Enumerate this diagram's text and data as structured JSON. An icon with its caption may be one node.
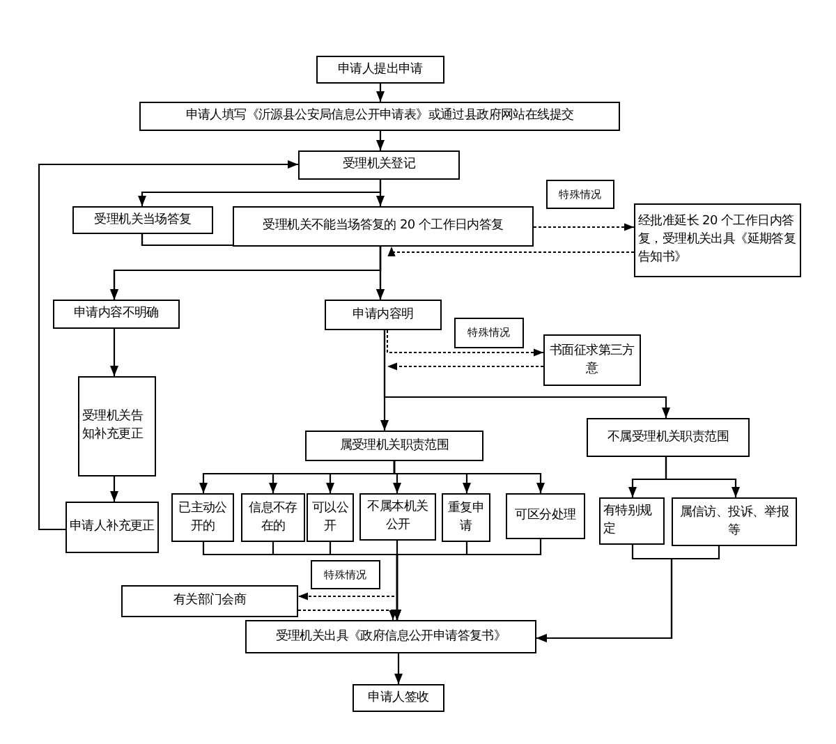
{
  "diagram": {
    "nodes": [
      {
        "text": [
          "申请人提出申请"
        ]
      },
      {
        "text": [
          "申请人填写《沂源县公安局信息公开申请表》或通过县政府网站在线提交"
        ]
      },
      {
        "text": [
          "受理机关登记"
        ]
      },
      {
        "text": [
          "受理机关当场答复"
        ]
      },
      {
        "text": [
          "受理机关不能当场答复的 20 个工作日内答复"
        ]
      },
      {
        "text": [
          "特殊情况"
        ]
      },
      {
        "text": [
          "经批准延长 20 个工作日内答复，受理机关出具《延期答复告知书》"
        ]
      },
      {
        "text": [
          "申请内容不明确"
        ]
      },
      {
        "text": [
          "申请内容明"
        ]
      },
      {
        "text": [
          "特殊情况"
        ]
      },
      {
        "text": [
          "书面征求第三方意"
        ]
      },
      {
        "text": [
          "受理机关告知补充更正"
        ]
      },
      {
        "text": [
          "属受理机关职责范围"
        ]
      },
      {
        "text": [
          "不属受理机关职责范围"
        ]
      },
      {
        "text": [
          "申请人补充更正"
        ]
      },
      {
        "text": [
          "已主动公开的"
        ]
      },
      {
        "text": [
          "信息不存在的"
        ]
      },
      {
        "text": [
          "可以公开"
        ]
      },
      {
        "text": [
          "不属本机关公开"
        ]
      },
      {
        "text": [
          "重复申请"
        ]
      },
      {
        "text": [
          "可区分处理"
        ]
      },
      {
        "text": [
          "有特别规定"
        ]
      },
      {
        "text": [
          "属信访、投诉、举报等"
        ]
      },
      {
        "text": [
          "特殊情况"
        ]
      },
      {
        "text": [
          "有关部门会商"
        ]
      },
      {
        "text": [
          "受理机关出具《政府信息公开申请答复书》"
        ]
      },
      {
        "text": [
          "申请人签收"
        ]
      }
    ],
    "edges": [
      {
        "from": 0,
        "to": 1,
        "arrow": "to"
      },
      {
        "from": 1,
        "to": 2,
        "arrow": "to"
      },
      {
        "from": 2,
        "to": 3,
        "arrow": "to"
      },
      {
        "from": 2,
        "to": 4,
        "arrow": "to"
      },
      {
        "from": 4,
        "to": 6,
        "arrow": "to",
        "style": "dashed"
      },
      {
        "from": 6,
        "to": 4,
        "arrow": "to",
        "style": "dashed"
      },
      {
        "from": 3,
        "to": 7,
        "arrow": "to"
      },
      {
        "from": 3,
        "to": 8,
        "arrow": "to"
      },
      {
        "from": 4,
        "to": 7,
        "arrow": "to"
      },
      {
        "from": 4,
        "to": 8,
        "arrow": "to"
      },
      {
        "from": 7,
        "to": 11,
        "arrow": "to"
      },
      {
        "from": 11,
        "to": 14,
        "arrow": "to"
      },
      {
        "from": 14,
        "to": 2,
        "arrow": "to"
      },
      {
        "from": 8,
        "to": 10,
        "arrow": "to",
        "style": "dashed"
      },
      {
        "from": 10,
        "to": null,
        "arrow": "to",
        "style": "dashed"
      },
      {
        "from": 8,
        "to": 12,
        "arrow": "to"
      },
      {
        "from": 8,
        "to": 13,
        "arrow": "to"
      },
      {
        "from": 12,
        "to": 15,
        "arrow": "to"
      },
      {
        "from": 12,
        "to": 16,
        "arrow": "to"
      },
      {
        "from": 12,
        "to": 17,
        "arrow": "to"
      },
      {
        "from": 12,
        "to": 18,
        "arrow": "to"
      },
      {
        "from": 12,
        "to": 19,
        "arrow": "to"
      },
      {
        "from": 12,
        "to": 20,
        "arrow": "to"
      },
      {
        "from": 15,
        "to": 25,
        "arrow": "to"
      },
      {
        "from": 16,
        "to": 25,
        "arrow": "to"
      },
      {
        "from": 17,
        "to": 25,
        "arrow": "to"
      },
      {
        "from": 19,
        "to": 25,
        "arrow": "to"
      },
      {
        "from": 20,
        "to": 25,
        "arrow": "to"
      },
      {
        "from": 18,
        "to": 25,
        "arrow": "to"
      },
      {
        "from": 18,
        "to": 24,
        "arrow": "to",
        "style": "dashed"
      },
      {
        "from": 24,
        "to": 25,
        "arrow": "to",
        "style": "dashed"
      },
      {
        "from": 13,
        "to": 21,
        "arrow": "to"
      },
      {
        "from": 13,
        "to": 22,
        "arrow": "to"
      },
      {
        "from": 21,
        "to": 25,
        "arrow": "to"
      },
      {
        "from": 22,
        "to": 25,
        "arrow": "to"
      },
      {
        "from": 25,
        "to": 26,
        "arrow": "to"
      }
    ]
  }
}
